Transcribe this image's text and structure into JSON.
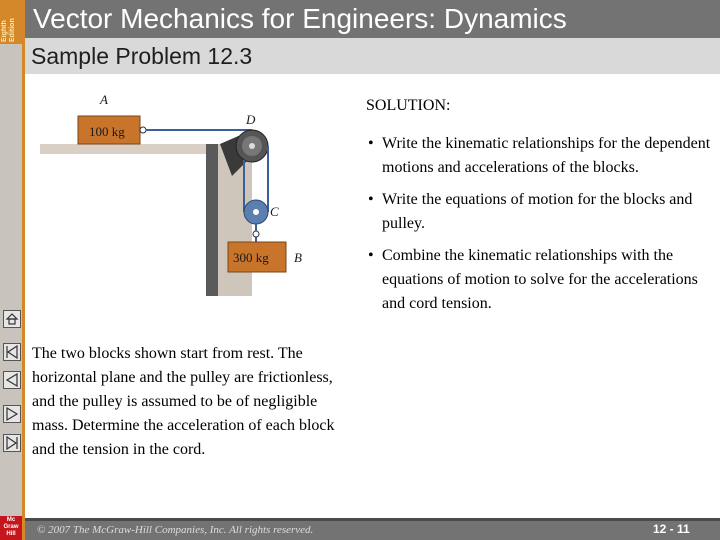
{
  "sidebar": {
    "edition_lines": [
      "Eighth",
      "Edition"
    ],
    "logo_lines": [
      "Mc",
      "Graw",
      "Hill"
    ]
  },
  "header": {
    "title": "Vector Mechanics for Engineers: Dynamics"
  },
  "subheader": {
    "title": "Sample Problem 12.3"
  },
  "figure": {
    "block_a_mass": "100 kg",
    "block_b_mass": "300 kg",
    "label_a": "A",
    "label_b": "B",
    "label_c": "C",
    "label_d": "D"
  },
  "solution": {
    "title": "SOLUTION:",
    "bullets": [
      "Write the kinematic relationships for the dependent motions and accelerations of the blocks.",
      "Write the equations of motion for the blocks and pulley.",
      "Combine the kinematic relationships with the equations of motion to solve for the accelerations and cord tension."
    ]
  },
  "problem": {
    "text": "The two blocks shown start from rest. The horizontal plane and the pulley are frictionless, and the pulley is assumed to be of negligible mass.  Determine the acceleration of each block and the tension in the cord."
  },
  "nav": {
    "icons": [
      "home-icon",
      "first-slide-icon",
      "previous-slide-icon",
      "next-slide-icon",
      "last-slide-icon"
    ]
  },
  "footer": {
    "copyright": "© 2007 The McGraw-Hill Companies, Inc. All rights reserved.",
    "page_number": "12 - 11"
  },
  "colors": {
    "header_bg": "#737373",
    "subheader_bg": "#d9d9d9",
    "accent_orange": "#d4882a",
    "logo_red": "#c4161c",
    "block_color": "#c8742a"
  }
}
